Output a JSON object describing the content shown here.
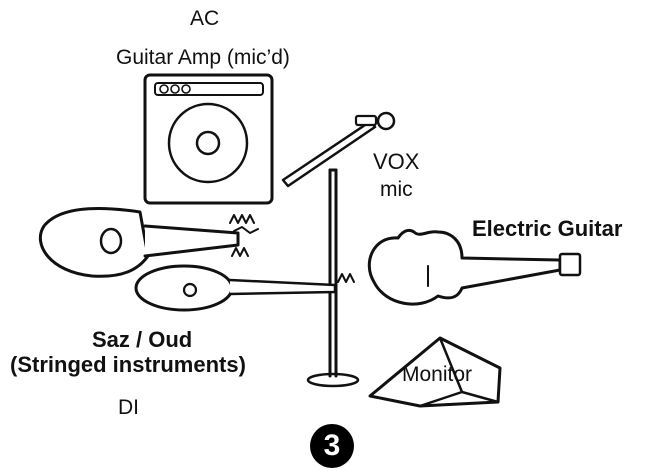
{
  "labels": {
    "amp_title": "AC",
    "amp_subtitle": "Guitar Amp (mic’d)",
    "vox": "VOX",
    "vox_sub": "mic",
    "electric_guitar": "Electric Guitar",
    "saz_oud": "Saz / Oud",
    "stringed": "(Stringed instruments)",
    "di": "DI",
    "monitor": "Monitor",
    "step_number": "3"
  }
}
